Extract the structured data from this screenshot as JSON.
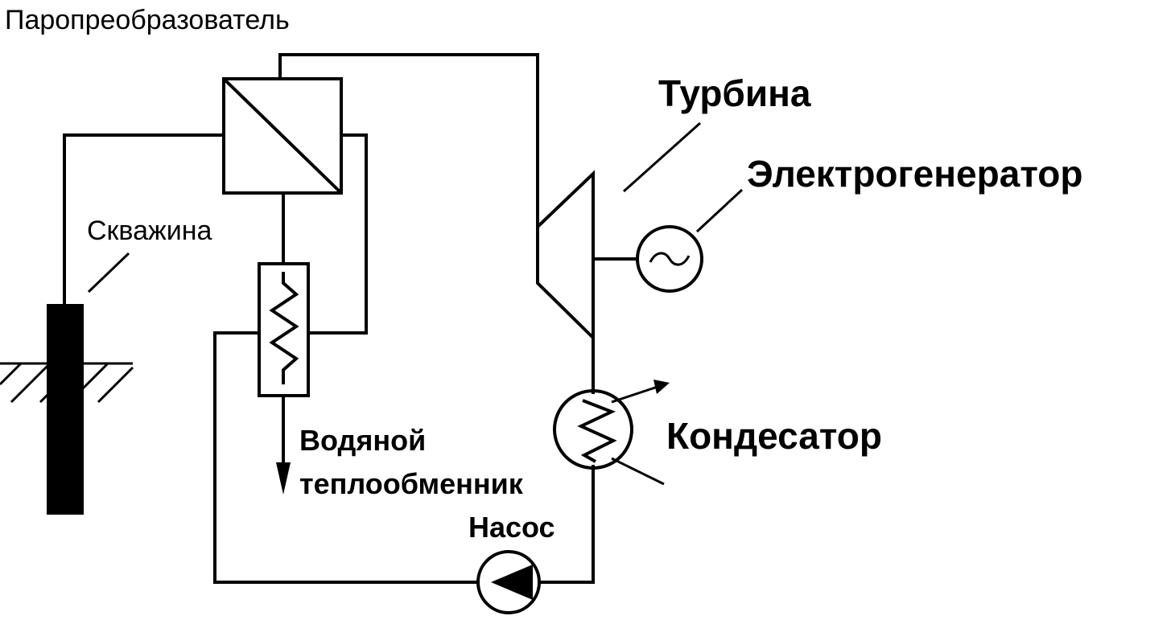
{
  "labels": {
    "steam_converter": "Паропреобразователь",
    "well": "Скважина",
    "turbine": "Турбина",
    "generator": "Электрогенератор",
    "condenser": "Кондесатор",
    "water_exchanger_line1": "Водяной",
    "water_exchanger_line2": "теплообменник",
    "pump": "Насос"
  },
  "icons": {
    "generator_symbol": "sine-wave-icon",
    "pump_symbol": "pump-triangle-icon"
  }
}
